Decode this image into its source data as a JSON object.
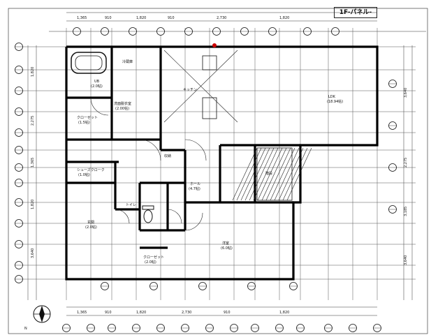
{
  "sheet": {
    "title_badge": "1F-パネル-"
  },
  "rooms": {
    "ldk": {
      "name": "LDK",
      "area": "(18.94帖)"
    },
    "ub": {
      "name": "UB",
      "area": "(2.0帖)"
    },
    "washroom": {
      "name": "洗面脱衣室",
      "area": "(2.00帖)"
    },
    "closet": {
      "name": "クローゼット",
      "area": "(1.5帖)"
    },
    "shoe_cloak": {
      "name": "シューズクローク",
      "area": "(1.0帖)"
    },
    "entrance": {
      "name": "玄関",
      "area": "(2.0帖)"
    },
    "toilet": {
      "name": "トイレ",
      "area": ""
    },
    "hall": {
      "name": "ホール",
      "area": "(4.7帖)"
    },
    "storage_small": {
      "name": "収納",
      "area": ""
    },
    "stair": {
      "name": "階段",
      "area": ""
    },
    "western": {
      "name": "洋室",
      "area": "(6.0帖)"
    },
    "closet2": {
      "name": "クローゼット",
      "area": "(2.0帖)"
    },
    "kitchen": {
      "name": "キッチン",
      "area": ""
    },
    "fridge": {
      "name": "冷蔵庫",
      "area": ""
    }
  },
  "labels": {
    "n_mark": "N",
    "dim_top": [
      "1,365",
      "910",
      "1,820",
      "910",
      "2,730",
      "1,820"
    ],
    "dim_right": [
      "3,640",
      "2,275",
      "3,185",
      "3,640"
    ],
    "dim_left": [
      "1,820",
      "2,275",
      "1,365",
      "1,820",
      "3,640"
    ],
    "dim_bottom": [
      "1,365",
      "910",
      "1,820",
      "2,730",
      "910",
      "1,820"
    ]
  }
}
